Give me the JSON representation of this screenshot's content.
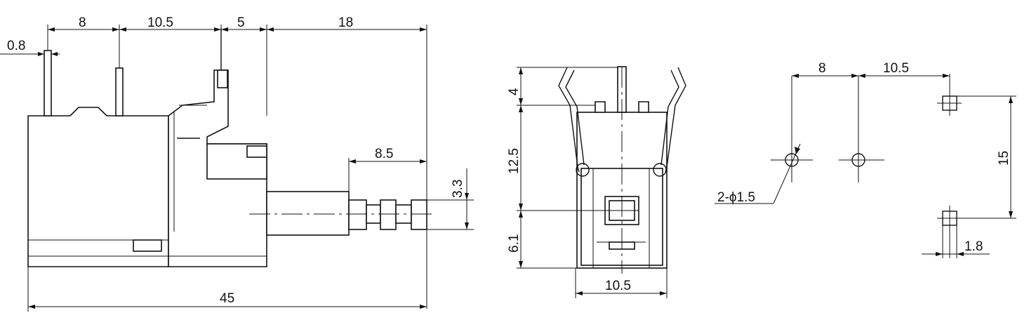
{
  "side_view": {
    "dims": {
      "pin_thickness": "0.8",
      "pin_pitch_1": "8",
      "pin_pitch_2": "10.5",
      "pin_to_body": "5",
      "stem_length": "18",
      "plunger_length": "8.5",
      "stem_height": "3.3",
      "overall_length": "45"
    }
  },
  "front_view": {
    "dims": {
      "top_height": "4",
      "middle_height": "12.5",
      "bottom_height": "6.1",
      "width": "10.5"
    }
  },
  "pcb_layout": {
    "dims": {
      "pitch_1": "8",
      "pitch_2": "10.5",
      "vertical_spacing": "15",
      "pad_width": "1.8",
      "hole_note": "2-ϕ1.5"
    }
  }
}
